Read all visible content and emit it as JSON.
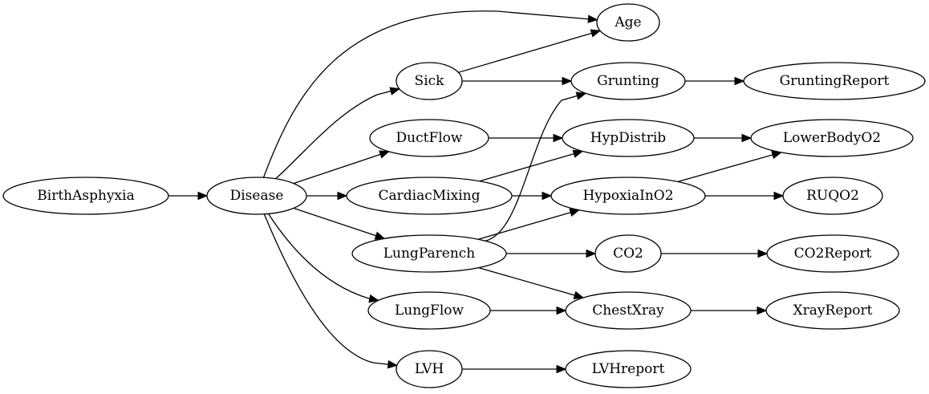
{
  "nodes": [
    {
      "id": "BirthAsphyxia",
      "label": "BirthAsphyxia"
    },
    {
      "id": "Disease",
      "label": "Disease"
    },
    {
      "id": "Age",
      "label": "Age"
    },
    {
      "id": "Sick",
      "label": "Sick"
    },
    {
      "id": "Grunting",
      "label": "Grunting"
    },
    {
      "id": "GruntingReport",
      "label": "GruntingReport"
    },
    {
      "id": "DuctFlow",
      "label": "DuctFlow"
    },
    {
      "id": "HypDistrib",
      "label": "HypDistrib"
    },
    {
      "id": "LowerBodyO2",
      "label": "LowerBodyO2"
    },
    {
      "id": "CardiacMixing",
      "label": "CardiacMixing"
    },
    {
      "id": "HypoxiaInO2",
      "label": "HypoxiaInO2"
    },
    {
      "id": "RUQO2",
      "label": "RUQO2"
    },
    {
      "id": "LungParench",
      "label": "LungParench"
    },
    {
      "id": "CO2",
      "label": "CO2"
    },
    {
      "id": "CO2Report",
      "label": "CO2Report"
    },
    {
      "id": "LungFlow",
      "label": "LungFlow"
    },
    {
      "id": "ChestXray",
      "label": "ChestXray"
    },
    {
      "id": "XrayReport",
      "label": "XrayReport"
    },
    {
      "id": "LVH",
      "label": "LVH"
    },
    {
      "id": "LVHreport",
      "label": "LVHreport"
    }
  ],
  "edges": [
    {
      "from": "BirthAsphyxia",
      "to": "Disease"
    },
    {
      "from": "Disease",
      "to": "Age"
    },
    {
      "from": "Disease",
      "to": "Sick"
    },
    {
      "from": "Disease",
      "to": "DuctFlow"
    },
    {
      "from": "Disease",
      "to": "CardiacMixing"
    },
    {
      "from": "Disease",
      "to": "LungParench"
    },
    {
      "from": "Disease",
      "to": "LungFlow"
    },
    {
      "from": "Disease",
      "to": "LVH"
    },
    {
      "from": "Sick",
      "to": "Age"
    },
    {
      "from": "Sick",
      "to": "Grunting"
    },
    {
      "from": "Grunting",
      "to": "GruntingReport"
    },
    {
      "from": "DuctFlow",
      "to": "HypDistrib"
    },
    {
      "from": "CardiacMixing",
      "to": "HypDistrib"
    },
    {
      "from": "CardiacMixing",
      "to": "HypoxiaInO2"
    },
    {
      "from": "HypDistrib",
      "to": "LowerBodyO2"
    },
    {
      "from": "HypoxiaInO2",
      "to": "LowerBodyO2"
    },
    {
      "from": "HypoxiaInO2",
      "to": "RUQO2"
    },
    {
      "from": "LungParench",
      "to": "Grunting"
    },
    {
      "from": "LungParench",
      "to": "HypoxiaInO2"
    },
    {
      "from": "LungParench",
      "to": "CO2"
    },
    {
      "from": "LungParench",
      "to": "ChestXray"
    },
    {
      "from": "CO2",
      "to": "CO2Report"
    },
    {
      "from": "LungFlow",
      "to": "ChestXray"
    },
    {
      "from": "ChestXray",
      "to": "XrayReport"
    },
    {
      "from": "LVH",
      "to": "LVHreport"
    }
  ]
}
